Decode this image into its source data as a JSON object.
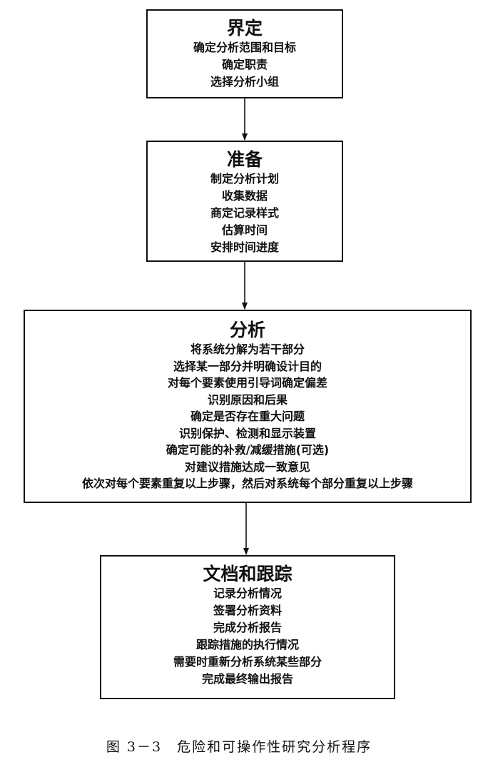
{
  "boxes": {
    "define": {
      "title": "界定",
      "items": [
        "确定分析范围和目标",
        "确定职责",
        "选择分析小组"
      ]
    },
    "prepare": {
      "title": "准备",
      "items": [
        "制定分析计划",
        "收集数据",
        "商定记录样式",
        "估算时间",
        "安排时间进度"
      ]
    },
    "analysis": {
      "title": "分析",
      "items": [
        "将系统分解为若干部分",
        "选择某一部分并明确设计目的",
        "对每个要素使用引导词确定偏差",
        "识别原因和后果",
        "确定是否存在重大问题",
        "识别保护、检测和显示装置",
        "确定可能的补救/减缓措施(可选)",
        "对建议措施达成一致意见",
        "依次对每个要素重复以上步骤，然后对系统每个部分重复以上步骤"
      ]
    },
    "documentation": {
      "title": "文档和跟踪",
      "items": [
        "记录分析情况",
        "签署分析资料",
        "完成分析报告",
        "跟踪措施的执行情况",
        "需要时重新分析系统某些部分",
        "完成最终输出报告"
      ]
    }
  },
  "caption": "图 3－3　危险和可操作性研究分析程序",
  "colors": {
    "line": "#111111",
    "background": "#ffffff"
  }
}
